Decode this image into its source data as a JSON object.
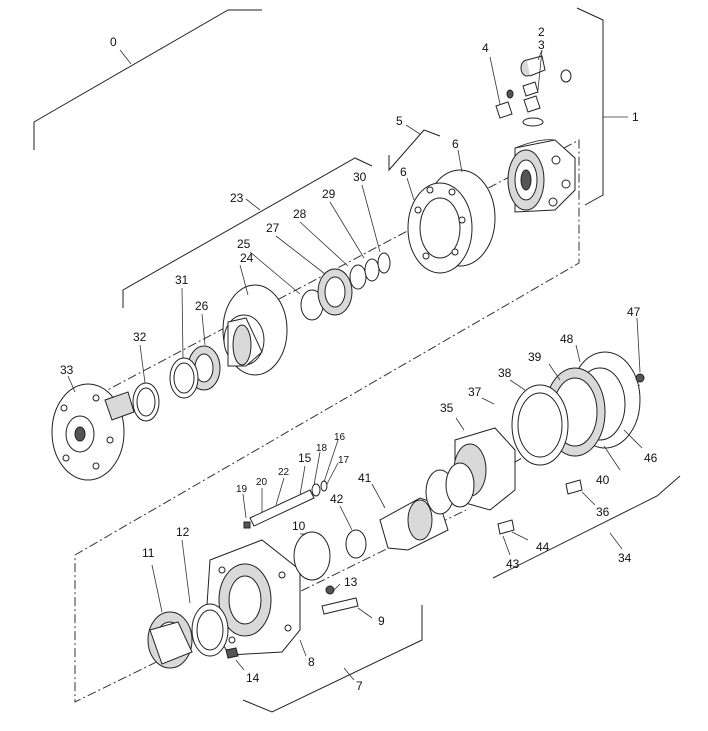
{
  "labels": [
    {
      "id": "p0",
      "text": "0"
    },
    {
      "id": "p1",
      "text": "1"
    },
    {
      "id": "p2",
      "text": "2"
    },
    {
      "id": "p3",
      "text": "3"
    },
    {
      "id": "p4",
      "text": "4"
    },
    {
      "id": "p5",
      "text": "5"
    },
    {
      "id": "p6a",
      "text": "6"
    },
    {
      "id": "p6b",
      "text": "6"
    },
    {
      "id": "p7",
      "text": "7"
    },
    {
      "id": "p8",
      "text": "8"
    },
    {
      "id": "p9",
      "text": "9"
    },
    {
      "id": "p10",
      "text": "10"
    },
    {
      "id": "p11",
      "text": "11"
    },
    {
      "id": "p12",
      "text": "12"
    },
    {
      "id": "p13",
      "text": "13"
    },
    {
      "id": "p14",
      "text": "14"
    },
    {
      "id": "p15",
      "text": "15"
    },
    {
      "id": "p16",
      "text": "16"
    },
    {
      "id": "p17",
      "text": "17"
    },
    {
      "id": "p18",
      "text": "18"
    },
    {
      "id": "p19",
      "text": "19"
    },
    {
      "id": "p20",
      "text": "20"
    },
    {
      "id": "p22",
      "text": "22"
    },
    {
      "id": "p23",
      "text": "23"
    },
    {
      "id": "p24",
      "text": "24"
    },
    {
      "id": "p25",
      "text": "25"
    },
    {
      "id": "p26",
      "text": "26"
    },
    {
      "id": "p27",
      "text": "27"
    },
    {
      "id": "p28",
      "text": "28"
    },
    {
      "id": "p29",
      "text": "29"
    },
    {
      "id": "p30",
      "text": "30"
    },
    {
      "id": "p31",
      "text": "31"
    },
    {
      "id": "p32",
      "text": "32"
    },
    {
      "id": "p33",
      "text": "33"
    },
    {
      "id": "p34",
      "text": "34"
    },
    {
      "id": "p35",
      "text": "35"
    },
    {
      "id": "p36",
      "text": "36"
    },
    {
      "id": "p37",
      "text": "37"
    },
    {
      "id": "p38",
      "text": "38"
    },
    {
      "id": "p39",
      "text": "39"
    },
    {
      "id": "p40",
      "text": "40"
    },
    {
      "id": "p41",
      "text": "41"
    },
    {
      "id": "p42",
      "text": "42"
    },
    {
      "id": "p43",
      "text": "43"
    },
    {
      "id": "p44",
      "text": "44"
    },
    {
      "id": "p46",
      "text": "46"
    },
    {
      "id": "p47",
      "text": "47"
    },
    {
      "id": "p48",
      "text": "48"
    }
  ]
}
